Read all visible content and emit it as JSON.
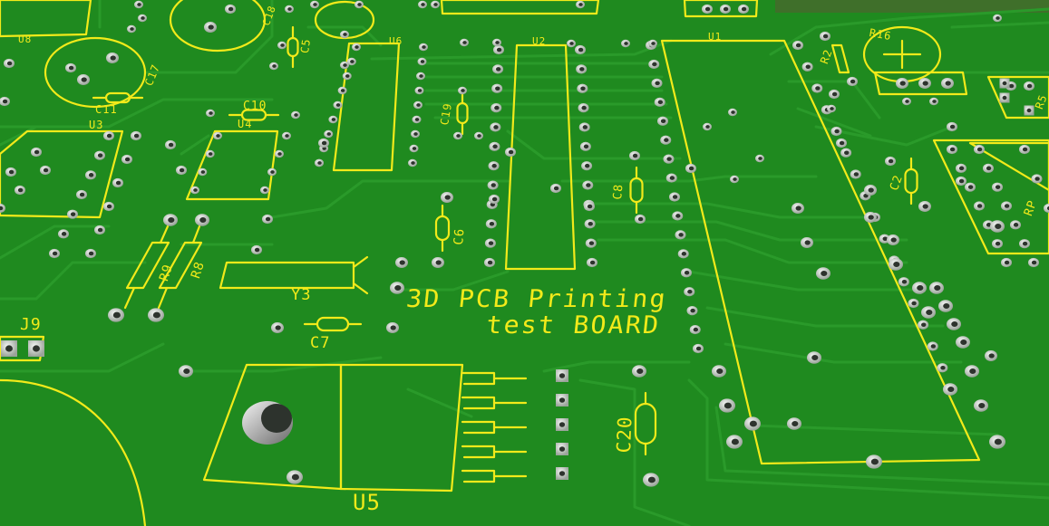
{
  "board": {
    "title_line1": "3D PCB Printing",
    "title_line2": "test BOARD",
    "colors": {
      "board": "#1f8a1f",
      "board_dark": "#167016",
      "trace": "#2a9a2a",
      "silkscreen": "#f2ea1a",
      "pad": "#c9cfc9",
      "hole": "#2d332d"
    }
  },
  "labels": {
    "u8": "U8",
    "c18": "C18",
    "c17": "C17",
    "c11": "C11",
    "c5": "C5",
    "u6": "U6",
    "u2": "U2",
    "u1": "U1",
    "r2": "R2",
    "r16": "R16",
    "u3": "U3",
    "c10": "C10",
    "u4": "U4",
    "c19": "C19",
    "c8": "C8",
    "c2": "C2",
    "c6": "C6",
    "r9": "R9",
    "r8": "R8",
    "y3": "Y3",
    "j9": "J9",
    "c7": "C7",
    "u5": "U5",
    "c20": "C20",
    "r5": "R5",
    "rp": "RP"
  }
}
